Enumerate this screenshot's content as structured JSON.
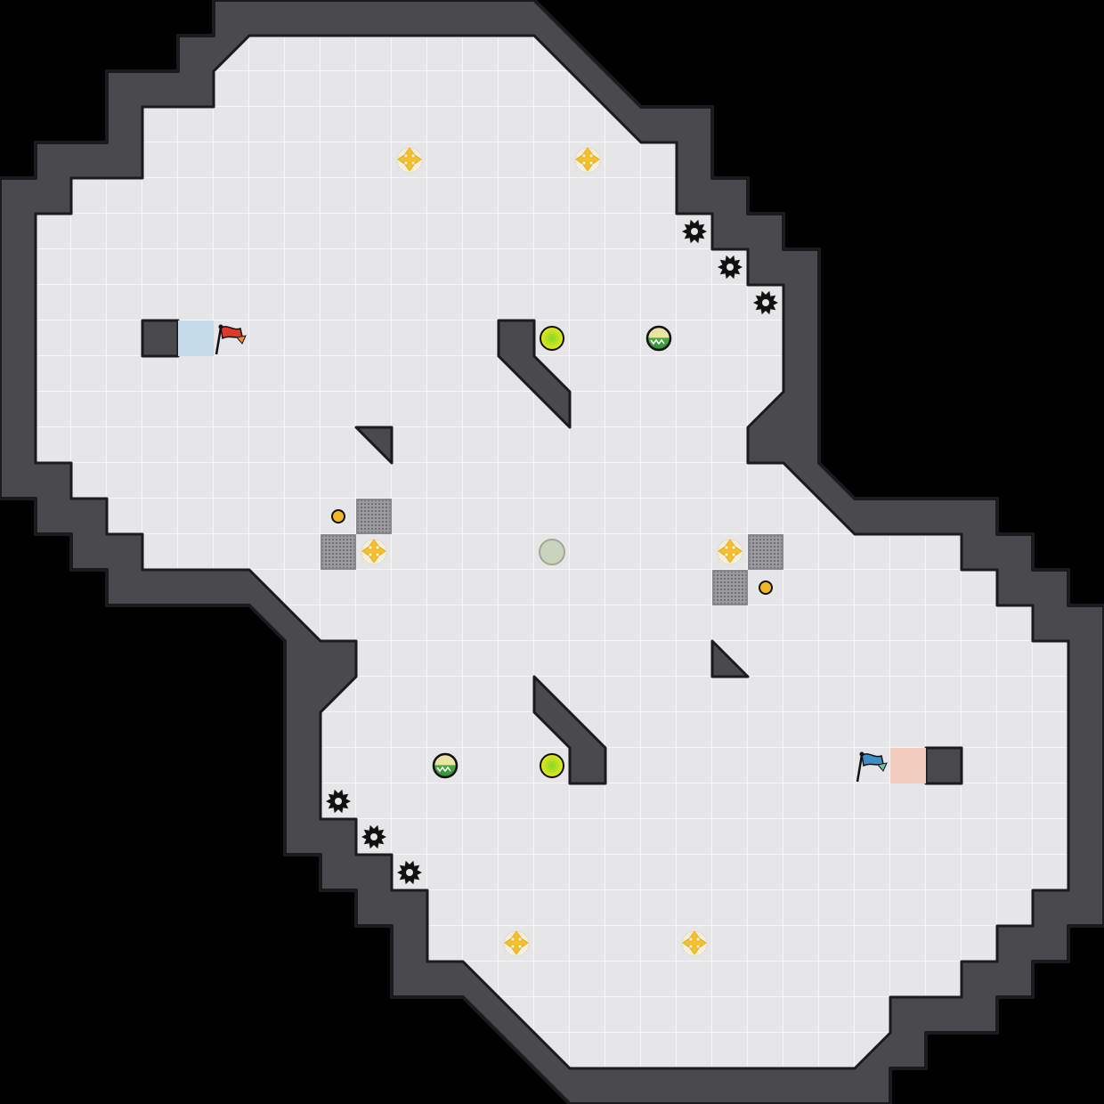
{
  "game": {
    "type": "tile-based capture-the-flag arena",
    "grid": {
      "columns": 31,
      "rows": 31
    },
    "colors": {
      "background": "#000000",
      "floor": "#e6e6e9",
      "floor_grid": "#f7f7f8",
      "wall": "#4a4a4e",
      "wall_edge": "#1b1b1d",
      "red_team_tile": "#c6dbea",
      "blue_team_tile": "#f2cdbd",
      "red_flag": "#e0392b",
      "blue_flag": "#3e8fc9",
      "boost": "#f6c22b",
      "powerup": "#cbe21c",
      "spike": "#111111",
      "button": "#f2b821",
      "gate": "#8f8f92",
      "bomb": "#5da83b",
      "portal": "#c9d3bd"
    },
    "icons": {
      "flag": "flag-icon",
      "boost": "boost-icon",
      "spike": "spike-icon",
      "powerup": "powerup-icon",
      "bomb": "bomb-icon",
      "button": "button-icon",
      "gate": "gate-icon",
      "portal": "portal-icon"
    },
    "flags": [
      {
        "team": "red",
        "name": "red-flag"
      },
      {
        "team": "blue",
        "name": "blue-flag"
      }
    ],
    "counts": {
      "boosts": 6,
      "spikes": 6,
      "powerups": 2,
      "bombs": 2,
      "buttons": 2,
      "gates": 4,
      "portals": 1
    }
  }
}
